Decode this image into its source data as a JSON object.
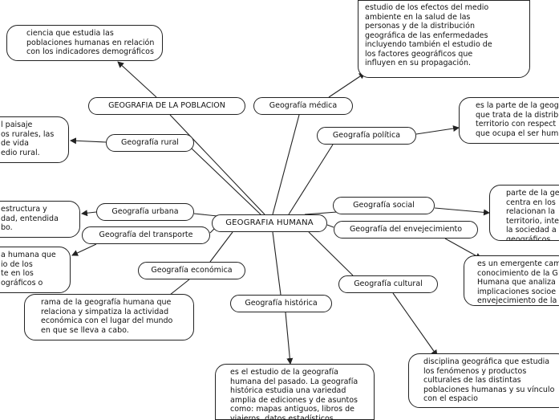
{
  "center": "GEOGRAFIA HUMANA",
  "nodes": {
    "poblacion": "GEOGRAFIA DE LA POBLACION",
    "medica": "Geografía médica",
    "rural": "Geografía rural",
    "politica": "Geografía política",
    "urbana": "Geografía urbana",
    "social": "Geografía social",
    "envejecimiento": "Geografía del envejecimiento",
    "transporte": "Geografía del transporte",
    "economica": "Geografía económica",
    "cultural": "Geografía cultural",
    "historica": "Geografía histórica"
  },
  "descriptions": {
    "poblacion": "ciencia que estudia las\npoblaciones humanas en relación\ncon los indicadores demográficos",
    "medica": "estudio de los efectos del medio\nambiente en la salud de las\npersonas y de la distribución\ngeográfica de las enfermedades\nincluyendo también el estudio de\nlos factores geográficos que\ninfluyen en su propagación.",
    "rural": "l paisaje\nos rurales, las\nde vida\nedio rural.",
    "politica": "es la parte de la geog\nque trata de la distrib\nterritorio con respect\nque ocupa el ser hum",
    "urbana": "estructura y\ndad, entendida\nbo.",
    "social": "parte de la ge\ncentra en los\nrelacionan la\nterritorio, inte\nla sociedad a\ngeográficos",
    "transporte": "a humana que\nio de los\nte en los\nográficos o",
    "envejecimiento": "es un emergente cam\nconocimiento de la G\nHumana que analiza\nimplicaciones socioe\nenvejecimiento de la",
    "economica": "rama de la geografía humana que\nrelaciona y simpatiza la actividad\neconómica con el lugar del mundo\nen que se lleva a cabo.",
    "cultural": "disciplina geográfica que estudia\nlos fenómenos y productos\nculturales de las distintas\npoblaciones humanas y su vínculo\ncon el espacio",
    "historica": "es el estudio de la geografía\nhumana del pasado. La geografía\nhistórica estudia una variedad\namplia de ediciones y de asuntos\ncomo: mapas antiguos, libros de\nviajeros, datos estadísticos,\npublicaciones periódicas"
  },
  "colors": {
    "line": "#222222",
    "background": "#ffffff"
  }
}
